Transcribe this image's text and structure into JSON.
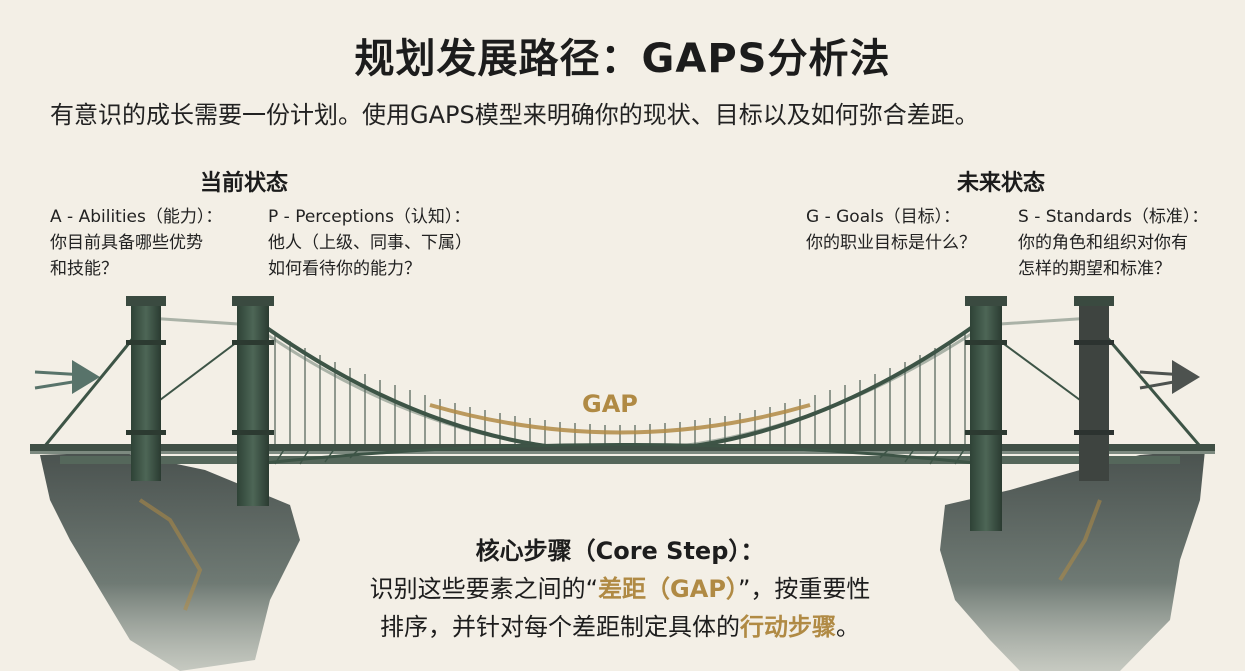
{
  "title": "规划发展路径：GAPS分析法",
  "subtitle": "有意识的成长需要一份计划。使用GAPS模型来明确你的现状、目标以及如何弥合差距。",
  "current_state": {
    "title": "当前状态",
    "abilities": {
      "label": "A - Abilities（能力）：",
      "line1": "你目前具备哪些优势",
      "line2": "和技能？"
    },
    "perceptions": {
      "label": "P - Perceptions（认知）：",
      "line1": "他人（上级、同事、下属）",
      "line2": "如何看待你的能力？"
    }
  },
  "future_state": {
    "title": "未来状态",
    "goals": {
      "label": "G - Goals（目标）：",
      "line1": "你的职业目标是什么？"
    },
    "standards": {
      "label": "S - Standards（标准）：",
      "line1": "你的角色和组织对你有",
      "line2": "怎样的期望和标准？"
    }
  },
  "bridge": {
    "gap_label": "GAP"
  },
  "core_step": {
    "heading": "核心步骤（Core Step）：",
    "line1_pre": "识别这些要素之间的“",
    "line1_hl": "差距（GAP）",
    "line1_post": "”，按重要性",
    "line2_pre": "排序，并针对每个差距制定具体的",
    "line2_hl": "行动步骤",
    "line2_post": "。"
  },
  "colors": {
    "background": "#f3efe6",
    "tower": "#3d5446",
    "cliff": "#5b6461",
    "accent": "#b08a44"
  }
}
